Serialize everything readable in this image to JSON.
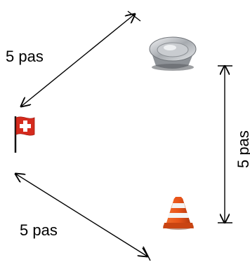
{
  "labels": {
    "top_left": "5 pas",
    "right": "5 pas",
    "bottom_left": "5 pas"
  },
  "icons": {
    "flag": "swiss-flag-icon",
    "bowl": "pet-bowl-icon",
    "cone": "traffic-cone-icon"
  },
  "colors": {
    "flag_red": "#d52b1e",
    "cone_orange": "#e8541a",
    "bowl_metal": "#b9bcc0",
    "arrow": "#000000"
  }
}
